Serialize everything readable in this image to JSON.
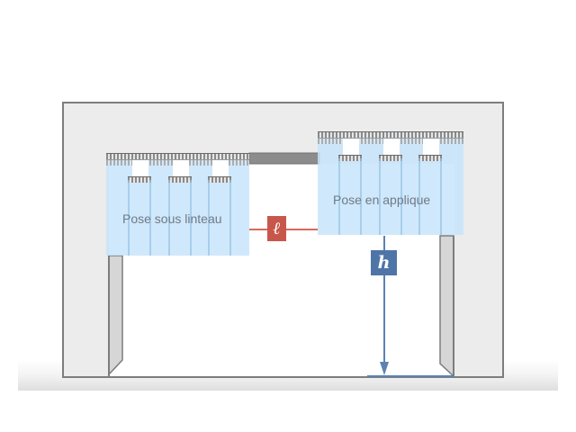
{
  "diagram": {
    "type": "installation-diagram",
    "subject": "PVC strip curtain installation on door opening",
    "labels": {
      "left_curtain": "Pose sous linteau",
      "right_curtain": "Pose en applique"
    },
    "dimensions": {
      "width_symbol": "ℓ",
      "height_symbol": "h"
    },
    "colors": {
      "wall": "#ececec",
      "wall_outline": "#7d7d7d",
      "curtain": "#c8e4fa",
      "width_badge": "#c8574b",
      "height_badge": "#4f74a8",
      "dimension_line_width": "#d9695c",
      "dimension_line_height": "#5a82b5",
      "label_text": "#6e7a88"
    }
  }
}
